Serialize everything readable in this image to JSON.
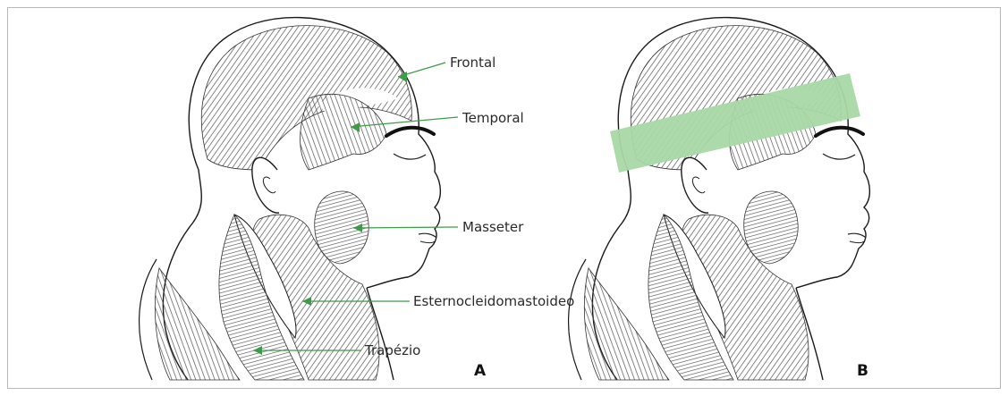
{
  "figure": {
    "panel_a": {
      "letter": "A",
      "labels": {
        "frontal": "Frontal",
        "temporal": "Temporal",
        "masseter": "Masseter",
        "sternocleidomastoid": "Esternocleidomastoideo",
        "trapezius": "Trapézio"
      }
    },
    "panel_b": {
      "letter": "B"
    },
    "colors": {
      "leader_line": "#3f9a4a",
      "band": "#a9d8a6",
      "muscle_hatch": "#555555",
      "outline": "#1a1a1a"
    }
  }
}
